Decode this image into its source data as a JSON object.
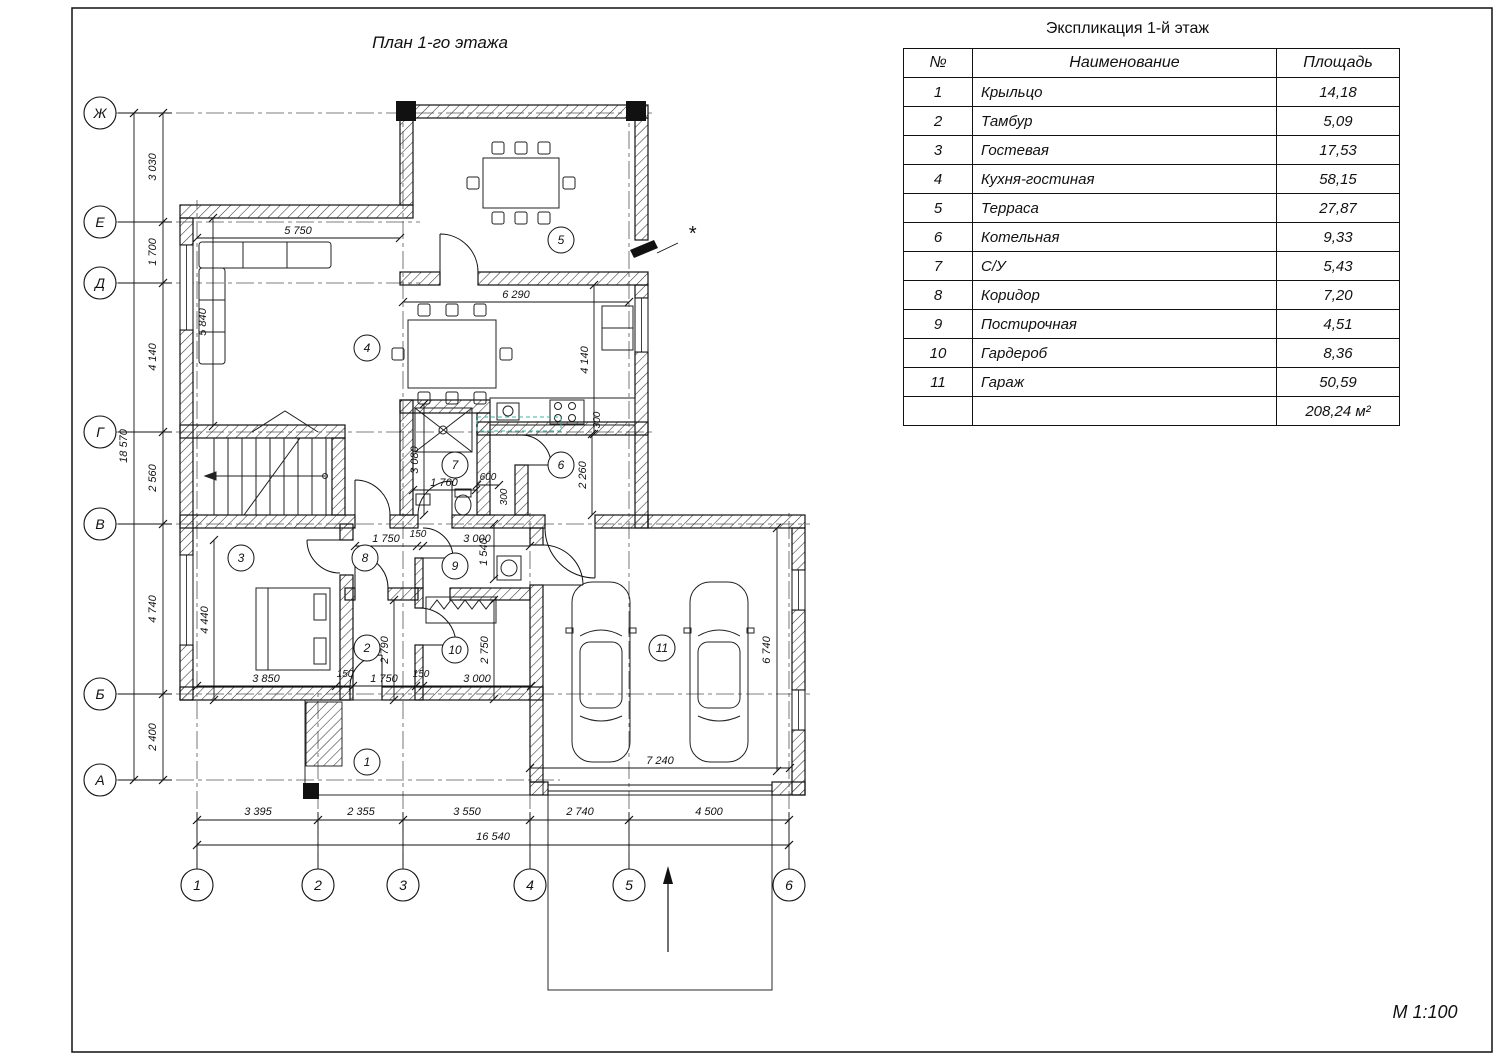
{
  "titles": {
    "plan": "План 1-го этажа",
    "explication": "Экспликация 1-й этаж",
    "scale": "М 1:100",
    "note_mark": "*"
  },
  "axes": {
    "rows": [
      "Ж",
      "Е",
      "Д",
      "Г",
      "В",
      "Б",
      "А"
    ],
    "cols": [
      "1",
      "2",
      "3",
      "4",
      "5",
      "6"
    ]
  },
  "dims": {
    "left": [
      "3 030",
      "1 700",
      "4 140",
      "2 560",
      "4 740",
      "2 400"
    ],
    "left_total": "18 570",
    "bottom": [
      "3 395",
      "2 355",
      "3 550",
      "2 740",
      "4 500"
    ],
    "bottom_total": "16 540",
    "inner": {
      "d5750": "5 750",
      "d6290": "6 290",
      "d5840": "5 840",
      "d4140": "4 140",
      "d3080": "3 080",
      "d1760": "1 760",
      "d600": "600",
      "d300a": "300",
      "d2260": "2 260",
      "d300b": "300",
      "d1750a": "1 750",
      "d150a": "150",
      "d3000a": "3 000",
      "d1540": "1 540",
      "d2790": "2 790",
      "d2750": "2 750",
      "d4440": "4 440",
      "d3850": "3 850",
      "d150b": "150",
      "d1750b": "1 750",
      "d150c": "150",
      "d3000b": "3 000",
      "d6740": "6 740",
      "d7240": "7 240"
    }
  },
  "rooms": [
    "1",
    "2",
    "3",
    "4",
    "5",
    "6",
    "7",
    "8",
    "9",
    "10",
    "11"
  ],
  "explication": {
    "headers": {
      "num": "№",
      "name": "Наименование",
      "area": "Площадь"
    },
    "rows": [
      {
        "num": "1",
        "name": "Крыльцо",
        "area": "14,18"
      },
      {
        "num": "2",
        "name": "Тамбур",
        "area": "5,09"
      },
      {
        "num": "3",
        "name": "Гостевая",
        "area": "17,53"
      },
      {
        "num": "4",
        "name": "Кухня-гостиная",
        "area": "58,15"
      },
      {
        "num": "5",
        "name": "Терраса",
        "area": "27,87"
      },
      {
        "num": "6",
        "name": "Котельная",
        "area": "9,33"
      },
      {
        "num": "7",
        "name": "С/У",
        "area": "5,43"
      },
      {
        "num": "8",
        "name": "Коридор",
        "area": "7,20"
      },
      {
        "num": "9",
        "name": "Постирочная",
        "area": "4,51"
      },
      {
        "num": "10",
        "name": "Гардероб",
        "area": "8,36"
      },
      {
        "num": "11",
        "name": "Гараж",
        "area": "50,59"
      }
    ],
    "total": "208,24 м²"
  }
}
